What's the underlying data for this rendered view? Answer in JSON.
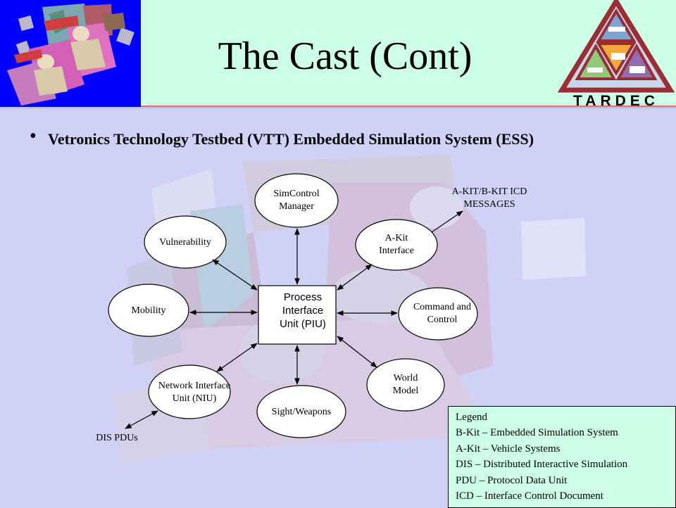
{
  "slide": {
    "title": "The Cast (Cont)",
    "bullet": "•",
    "subtitle": "Vetronics Technology Testbed (VTT) Embedded Simulation System (ESS)"
  },
  "logo": {
    "text": "TARDEC"
  },
  "diagram": {
    "center": [
      "Process",
      "Interface",
      "Unit (PIU)"
    ],
    "sim_control": [
      "SimControl",
      "Manager"
    ],
    "vulnerability": "Vulnerability",
    "akit": [
      "A-Kit",
      "Interface"
    ],
    "akit_msgs": [
      "A-KIT/B-KIT ICD",
      "MESSAGES"
    ],
    "mobility": "Mobility",
    "command": [
      "Command and",
      "Control"
    ],
    "niu": [
      "Network Interface",
      "Unit (NIU)"
    ],
    "world": [
      "World",
      "Model"
    ],
    "sight": "Sight/Weapons",
    "dis": "DIS PDUs"
  },
  "legend": {
    "heading": "Legend",
    "items": [
      "B-Kit – Embedded Simulation System",
      "A-Kit – Vehicle Systems",
      "DIS – Distributed Interactive Simulation",
      "PDU – Protocol Data Unit",
      "ICD – Interface Control Document"
    ]
  },
  "colors": {
    "header_bg": "#ccffe6",
    "slide_bg": "#cfd2f6",
    "logo_bg": "#0000ff",
    "accent_line": "#e06a6a"
  }
}
